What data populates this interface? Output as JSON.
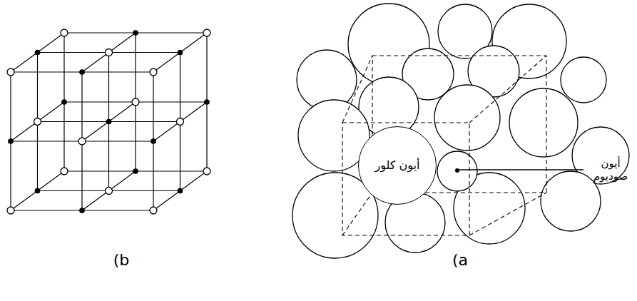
{
  "diagram": {
    "nodes": [
      {
        "text": [
          "أيون كلور"
        ]
      }
    ],
    "labels": [
      "أيون صوديوم",
      "(b",
      "(a"
    ]
  }
}
